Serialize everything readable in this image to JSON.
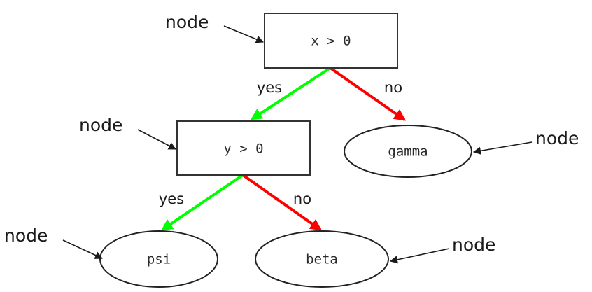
{
  "diagram": {
    "type": "decision-tree",
    "background_color": "#ffffff",
    "colors": {
      "yes_edge": "#00ff00",
      "no_edge": "#ff0000",
      "node_stroke": "#333333",
      "annotation_stroke": "#1a1a1a",
      "text": "#1a1a1a"
    },
    "nodes": {
      "root": {
        "label": "x > 0",
        "shape": "rectangle"
      },
      "second": {
        "label": "y > 0",
        "shape": "rectangle"
      },
      "gamma": {
        "label": "gamma",
        "shape": "ellipse"
      },
      "psi": {
        "label": "psi",
        "shape": "ellipse"
      },
      "beta": {
        "label": "beta",
        "shape": "ellipse"
      }
    },
    "edges": {
      "root_yes": {
        "label": "yes",
        "color": "#00ff00",
        "from": "root",
        "to": "second"
      },
      "root_no": {
        "label": "no",
        "color": "#ff0000",
        "from": "root",
        "to": "gamma"
      },
      "second_yes": {
        "label": "yes",
        "color": "#00ff00",
        "from": "second",
        "to": "psi"
      },
      "second_no": {
        "label": "no",
        "color": "#ff0000",
        "from": "second",
        "to": "beta"
      }
    },
    "annotations": [
      {
        "id": "annot-root",
        "label": "node",
        "points_to": "root"
      },
      {
        "id": "annot-second",
        "label": "node",
        "points_to": "second"
      },
      {
        "id": "annot-gamma",
        "label": "node",
        "points_to": "gamma"
      },
      {
        "id": "annot-psi",
        "label": "node",
        "points_to": "psi"
      },
      {
        "id": "annot-beta",
        "label": "node",
        "points_to": "beta"
      }
    ]
  }
}
